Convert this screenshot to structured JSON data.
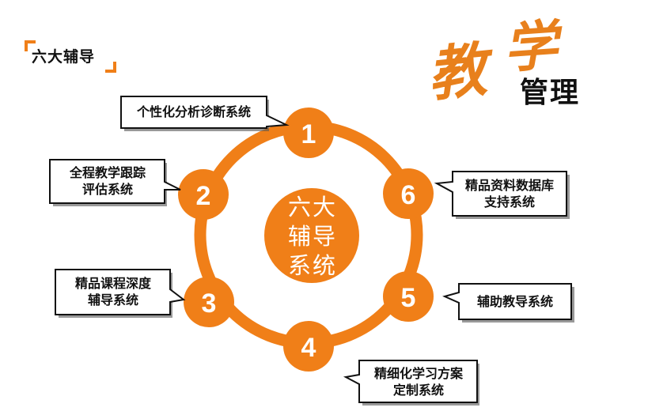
{
  "header": {
    "title": "六大辅导"
  },
  "brand": {
    "char1": "教",
    "char2": "学",
    "subtitle": "管理"
  },
  "center": {
    "lines": [
      "六大",
      "辅导",
      "系统"
    ]
  },
  "colors": {
    "accent": "#f07f18",
    "text": "#111111",
    "box_border": "#111111"
  },
  "nodes": [
    {
      "number": "1",
      "label": "个性化分析诊断系统"
    },
    {
      "number": "2",
      "label": "全程教学跟踪\n评估系统"
    },
    {
      "number": "3",
      "label": "精品课程深度\n辅导系统"
    },
    {
      "number": "4",
      "label": "精细化学习方案\n定制系统"
    },
    {
      "number": "5",
      "label": "辅助教导系统"
    },
    {
      "number": "6",
      "label": "精品资料数据库\n支持系统"
    }
  ]
}
